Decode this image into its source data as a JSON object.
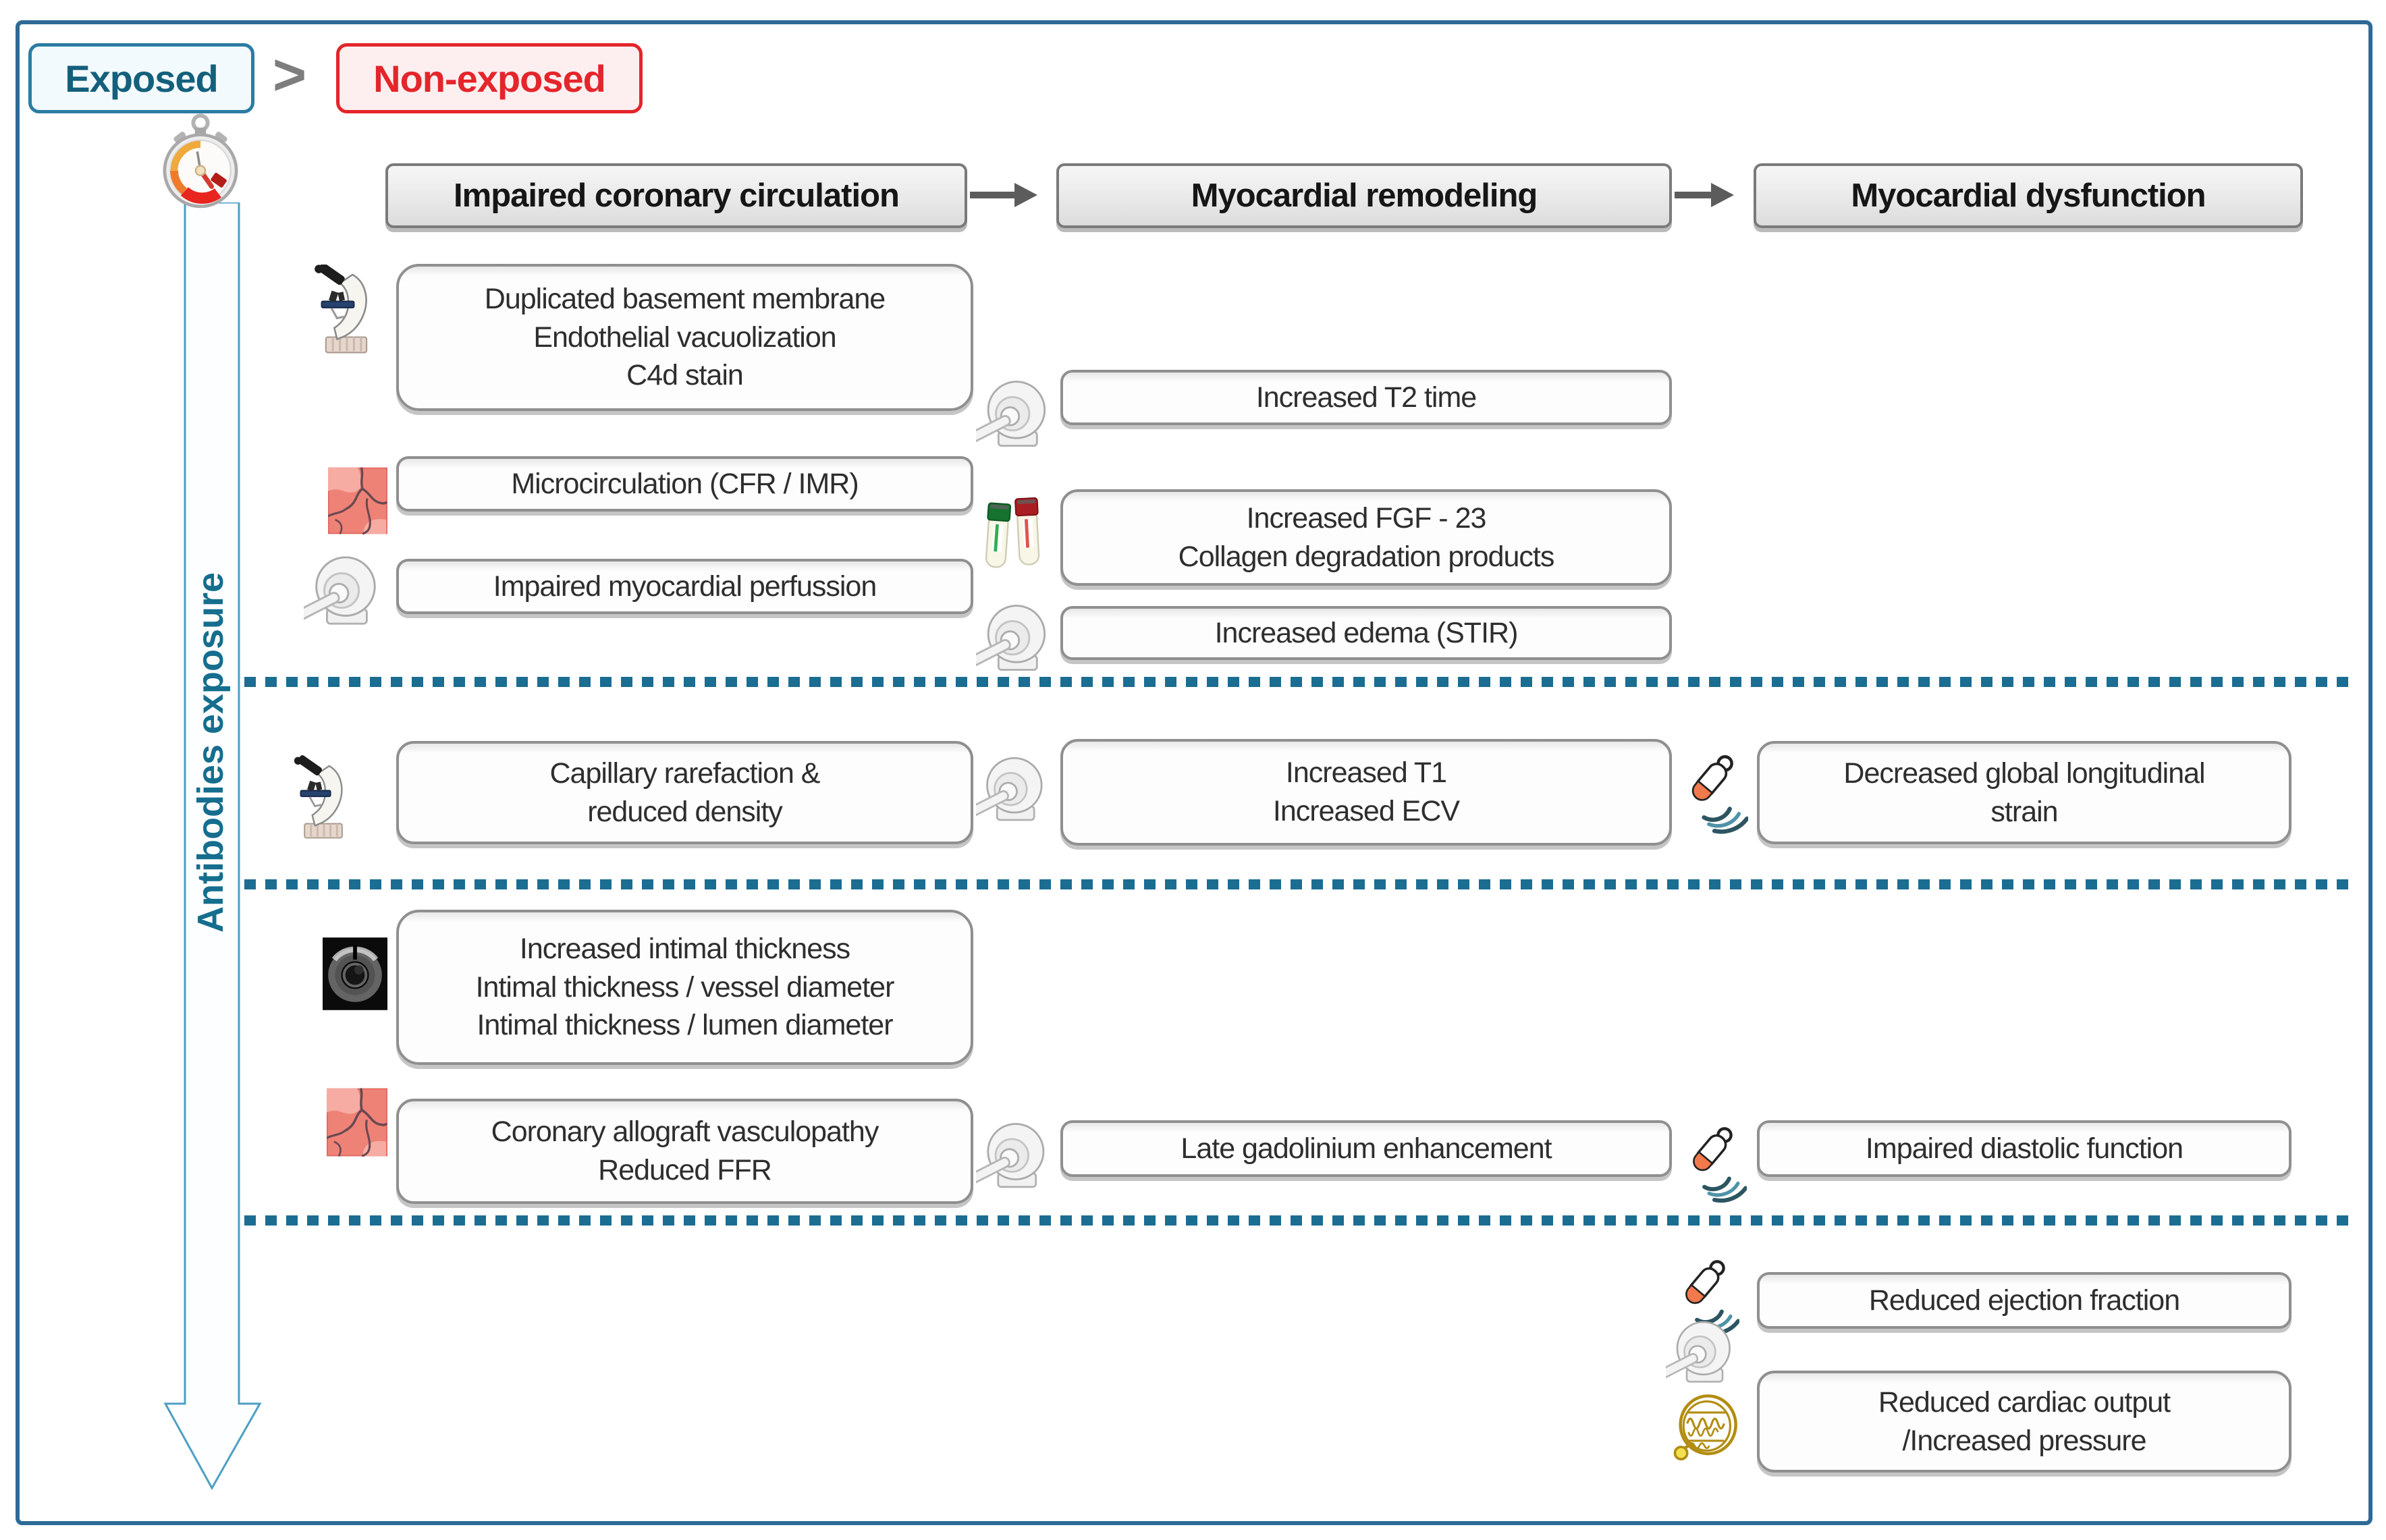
{
  "legend": {
    "exposed_label": "Exposed",
    "comparator": ">",
    "non_exposed_label": "Non-exposed"
  },
  "timeline": {
    "label": "Antibodies exposure",
    "icon": "stopwatch-icon"
  },
  "stages": [
    {
      "label": "Impaired coronary circulation"
    },
    {
      "label": "Myocardial remodeling"
    },
    {
      "label": "Myocardial dysfunction"
    }
  ],
  "cards": {
    "membrane": {
      "icon": "microscope-icon",
      "lines": [
        "Duplicated basement membrane",
        "Endothelial vacuolization",
        "C4d stain"
      ]
    },
    "microcirc": {
      "icon": "tissue-icon",
      "lines": [
        "Microcirculation (CFR / IMR)"
      ]
    },
    "perfusion": {
      "icon": "mri-icon",
      "lines": [
        "Impaired myocardial perfussion"
      ]
    },
    "t2": {
      "icon": "mri-icon",
      "lines": [
        "Increased T2 time"
      ]
    },
    "fgf23": {
      "icon": "blood-tubes-icon",
      "lines": [
        "Increased FGF - 23",
        "Collagen degradation products"
      ]
    },
    "edema": {
      "icon": "mri-icon",
      "lines": [
        "Increased edema (STIR)"
      ]
    },
    "capillary": {
      "icon": "microscope-icon",
      "lines": [
        "Capillary rarefaction &",
        "reduced density"
      ]
    },
    "t1ecv": {
      "icon": "mri-icon",
      "lines": [
        "Increased T1",
        "Increased ECV"
      ]
    },
    "gls": {
      "icon": "ultrasound-icon",
      "lines": [
        "Decreased global longitudinal",
        "strain"
      ]
    },
    "intimal": {
      "icon": "ivus-icon",
      "lines": [
        "Increased intimal thickness",
        "Intimal thickness / vessel diameter",
        "Intimal thickness / lumen diameter"
      ]
    },
    "cav": {
      "icon": "tissue-icon",
      "lines": [
        "Coronary allograft vasculopathy",
        "Reduced FFR"
      ]
    },
    "lge": {
      "icon": "mri-icon",
      "lines": [
        "Late gadolinium enhancement"
      ]
    },
    "diastolic": {
      "icon": "ultrasound-icon",
      "lines": [
        "Impaired diastolic function"
      ]
    },
    "ef": {
      "icon": "ultrasound-icon, mri-icon",
      "lines": [
        "Reduced ejection fraction"
      ]
    },
    "output": {
      "icon": "catheter-icon",
      "lines": [
        "Reduced cardiac output",
        "/Increased pressure"
      ]
    }
  },
  "colors": {
    "frame_border": "#2e6a96",
    "exposed_text": "#14607c",
    "exposed_border": "#2b7ca3",
    "non_exposed": "#e4252b",
    "comparator_gray": "#7d7d7d",
    "dotted_divider": "#1b6d92",
    "timeline_arrow_outline": "#4d9fc4",
    "timeline_label": "#156e8e",
    "header_fill": "#ececec",
    "header_border": "#7a7a7a",
    "card_border": "#8f8f8f",
    "ultrasound_tip_orange": "#f2794c",
    "catheter_gold": "#b28d12",
    "stopwatch_red": "#e8251f"
  }
}
